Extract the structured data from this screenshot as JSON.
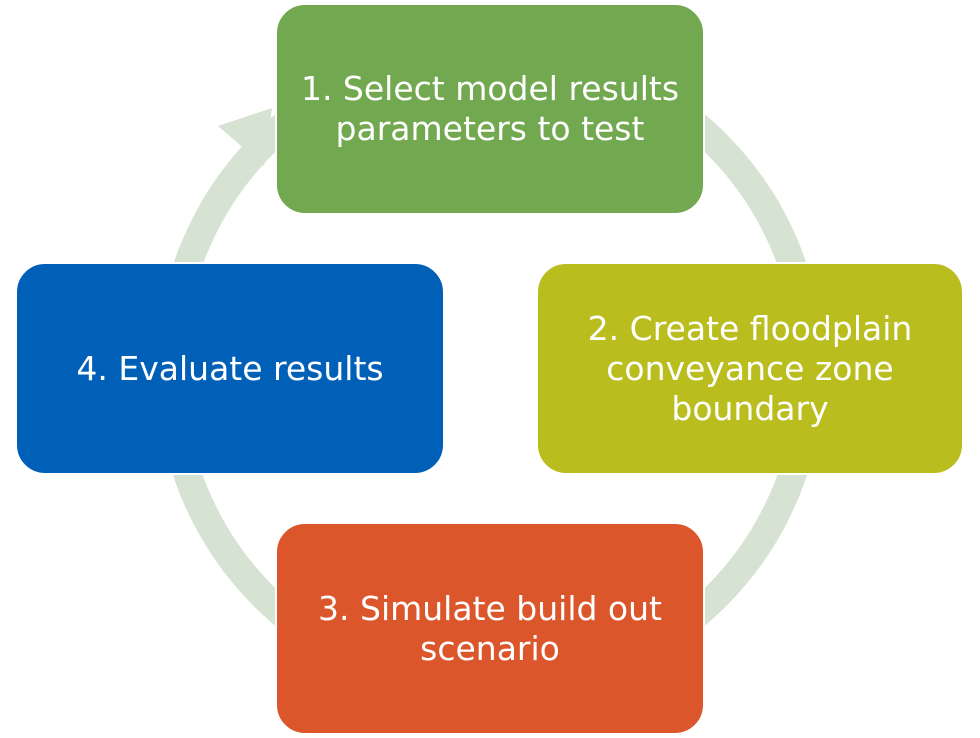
{
  "colors": {
    "ring": "#d7e3d2",
    "step1": "#72a850",
    "step2": "#b9bd1e",
    "step3": "#dc562c",
    "step4": "#0060b7"
  },
  "steps": [
    {
      "label": "1. Select model results parameters to test"
    },
    {
      "label": "2. Create floodplain conveyance zone boundary"
    },
    {
      "label": "3. Simulate build out scenario"
    },
    {
      "label": "4. Evaluate results"
    }
  ]
}
